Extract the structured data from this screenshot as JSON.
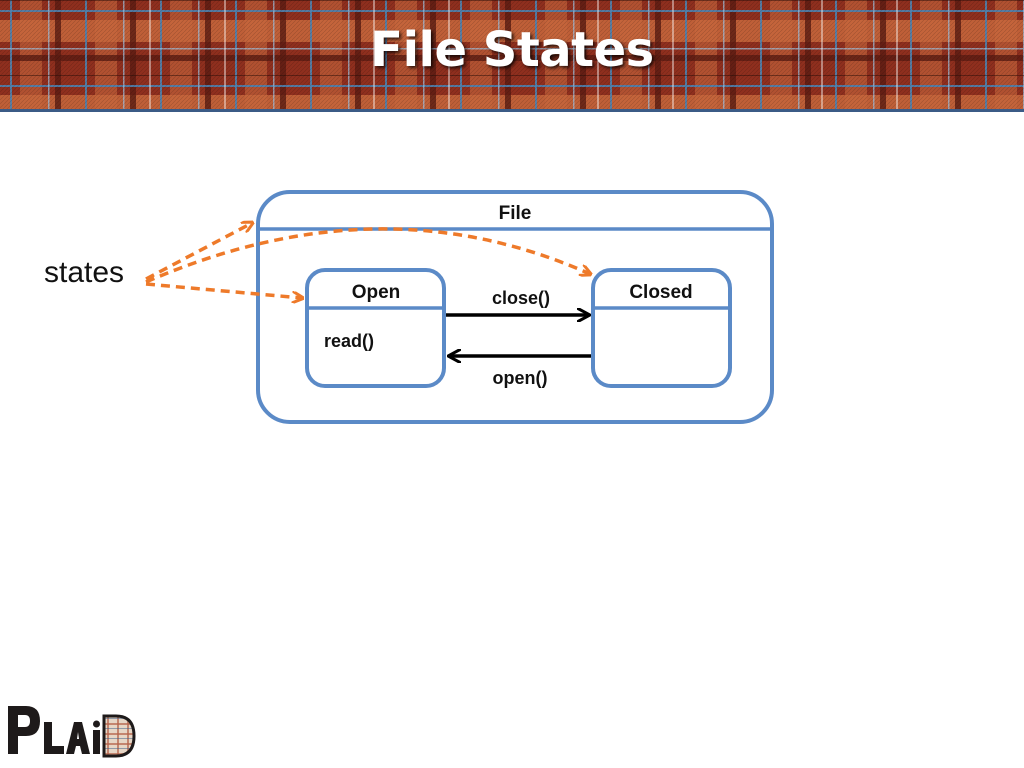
{
  "slide": {
    "title": "File States"
  },
  "annotation": {
    "label": "states"
  },
  "diagram": {
    "outer_state": {
      "name": "File"
    },
    "states": [
      {
        "name": "Open",
        "body": "read()"
      },
      {
        "name": "Closed",
        "body": ""
      }
    ],
    "transitions": [
      {
        "label": "close()",
        "from": "Open",
        "to": "Closed"
      },
      {
        "label": "open()",
        "from": "Closed",
        "to": "Open"
      }
    ]
  },
  "logo": {
    "text": "PLAID"
  },
  "colors": {
    "state_border": "#5b8ac7",
    "annotation_arrow": "#ee7a2a",
    "transition_arrow": "#000000",
    "banner_base": "#8f2f1e",
    "banner_orange": "#c8683d",
    "banner_blue": "#4f82b0"
  }
}
